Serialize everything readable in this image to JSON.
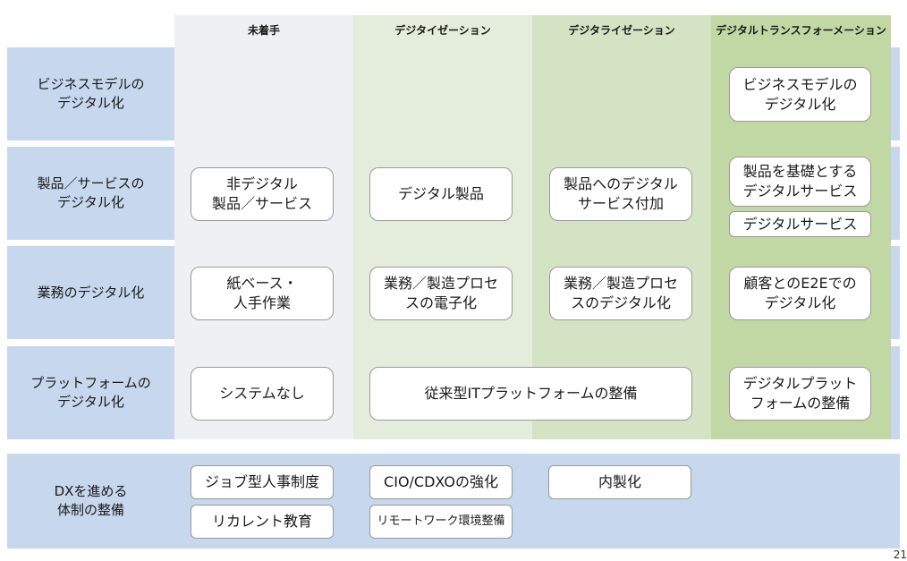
{
  "columns": [
    {
      "label": "未着手",
      "bg": "#eef0f3"
    },
    {
      "label": "デジタイゼーション",
      "bg": "#e4ecdc"
    },
    {
      "label": "デジタライゼーション",
      "bg": "#d3e3c4"
    },
    {
      "label": "デジタルトランスフォーメーション",
      "bg": "#c2d8a4"
    }
  ],
  "rows": [
    {
      "label": "ビジネスモデルの\nデジタル化"
    },
    {
      "label": "製品／サービスの\nデジタル化"
    },
    {
      "label": "業務のデジタル化"
    },
    {
      "label": "プラットフォームの\nデジタル化"
    },
    {
      "label": "DXを進める\n体制の整備"
    }
  ],
  "boxes": {
    "bm_dx": "ビジネスモデルの\nデジタル化",
    "prod_none": "非デジタル\n製品／サービス",
    "prod_digitization": "デジタル製品",
    "prod_digitalization": "製品へのデジタル\nサービス付加",
    "prod_dx1": "製品を基礎とする\nデジタルサービス",
    "prod_dx2": "デジタルサービス",
    "ops_none": "紙ベース・\n人手作業",
    "ops_digitization": "業務／製造プロセ\nスの電子化",
    "ops_digitalization": "業務／製造プロセ\nスのデジタル化",
    "ops_dx": "顧客とのE2Eでの\nデジタル化",
    "plat_none": "システムなし",
    "plat_mid": "従来型ITプラットフォームの整備",
    "plat_dx": "デジタルプラット\nフォームの整備",
    "org_job": "ジョブ型人事制度",
    "org_recurrent": "リカレント教育",
    "org_cio": "CIO/CDXOの強化",
    "org_remote": "リモートワーク環境整備",
    "org_inhouse": "内製化"
  },
  "page_number": "21"
}
